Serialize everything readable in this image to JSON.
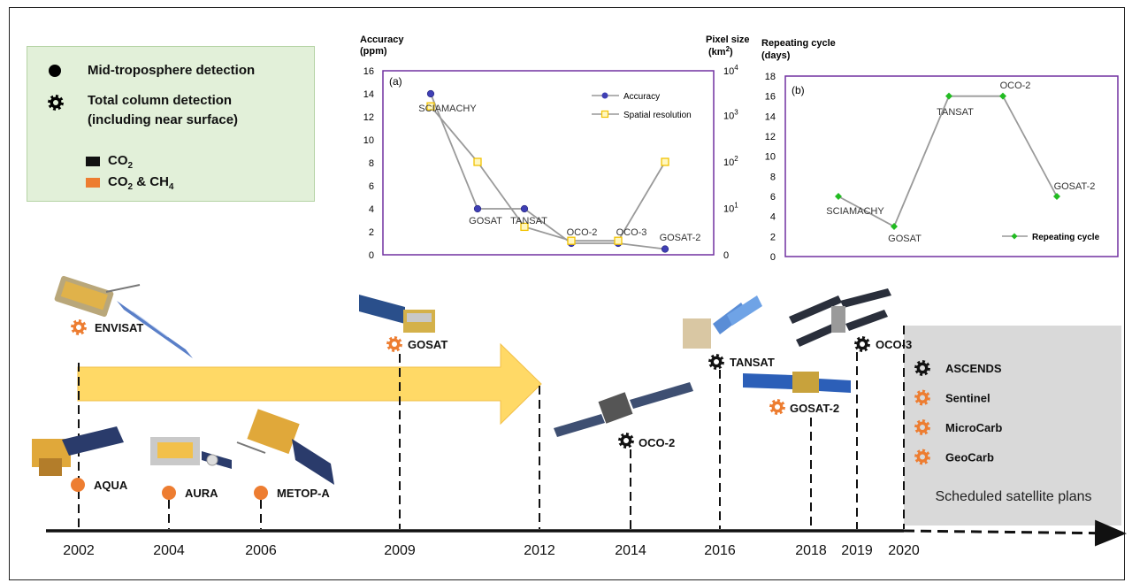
{
  "legend": {
    "mid_troposphere": "Mid-troposphere detection",
    "total_column_line1": "Total column detection",
    "total_column_line2": "(including near surface)",
    "co2_label": "CO",
    "co2_sub": "2",
    "co2ch4_label_a": "CO",
    "co2ch4_sub_a": "2",
    "co2ch4_label_b": " & CH",
    "co2ch4_sub_b": "4",
    "co2_color": "#111111",
    "co2ch4_color": "#ed7d31"
  },
  "chart_data": [
    {
      "type": "line",
      "panel_label": "(a)",
      "categories": [
        "SCIAMACHY",
        "GOSAT",
        "TANSAT",
        "OCO-2",
        "OCO-3",
        "GOSAT-2"
      ],
      "y_left": {
        "label_line1": "Accuracy",
        "label_line2": "(ppm)",
        "range": [
          0,
          16
        ],
        "ticks": [
          "0",
          "2",
          "4",
          "6",
          "8",
          "10",
          "12",
          "14",
          "16"
        ]
      },
      "y_right": {
        "label_line1": "Pixel size",
        "label_line2": "(km",
        "label_sup": "2",
        "label_close": ")",
        "scale": "log",
        "ticks": [
          {
            "base": "0",
            "exp": ""
          },
          {
            "base": "10",
            "exp": "1"
          },
          {
            "base": "10",
            "exp": "2"
          },
          {
            "base": "10",
            "exp": "3"
          },
          {
            "base": "10",
            "exp": "4"
          }
        ]
      },
      "series": [
        {
          "name": "Accuracy",
          "axis": "left",
          "values": [
            14,
            4,
            4,
            1,
            1,
            0.5
          ],
          "color": "#3f3fb4",
          "marker": "circle"
        },
        {
          "name": "Spatial resolution",
          "axis": "right",
          "values": [
            1600,
            100,
            4,
            2,
            2,
            100
          ],
          "color": "#f2c200",
          "marker": "square"
        }
      ],
      "legend_position": "top-right"
    },
    {
      "type": "line",
      "panel_label": "(b)",
      "categories": [
        "SCIAMACHY",
        "GOSAT",
        "TANSAT",
        "OCO-2",
        "GOSAT-2"
      ],
      "y_left": {
        "label_line1": "Repeating cycle",
        "label_line2": "(days)",
        "range": [
          0,
          18
        ],
        "ticks": [
          "0",
          "2",
          "4",
          "6",
          "8",
          "10",
          "12",
          "14",
          "16",
          "18"
        ]
      },
      "series": [
        {
          "name": "Repeating cycle",
          "values": [
            6,
            3,
            16,
            16,
            6
          ],
          "color": "#22bb22",
          "marker": "diamond"
        }
      ],
      "legend_position": "bottom-right"
    }
  ],
  "timeline": {
    "years": [
      "2002",
      "2004",
      "2006",
      "2009",
      "2012",
      "2014",
      "2016",
      "2018",
      "2019",
      "2020"
    ],
    "satellites": [
      {
        "name": "ENVISAT",
        "kind": "gear",
        "color": "#ed7d31"
      },
      {
        "name": "AQUA",
        "kind": "dot",
        "color": "#ed7d31"
      },
      {
        "name": "AURA",
        "kind": "dot",
        "color": "#ed7d31"
      },
      {
        "name": "METOP-A",
        "kind": "dot",
        "color": "#ed7d31"
      },
      {
        "name": "GOSAT",
        "kind": "gear",
        "color": "#ed7d31"
      },
      {
        "name": "OCO-2",
        "kind": "gear",
        "color": "#111111"
      },
      {
        "name": "TANSAT",
        "kind": "gear",
        "color": "#111111"
      },
      {
        "name": "GOSAT-2",
        "kind": "gear",
        "color": "#ed7d31"
      },
      {
        "name": "OCO-3",
        "kind": "gear",
        "color": "#111111"
      }
    ],
    "scheduled": {
      "caption": "Scheduled satellite plans",
      "items": [
        {
          "name": "ASCENDS",
          "color": "#111111"
        },
        {
          "name": "Sentinel",
          "color": "#ed7d31"
        },
        {
          "name": "MicroCarb",
          "color": "#ed7d31"
        },
        {
          "name": "GeoCarb",
          "color": "#ed7d31"
        }
      ]
    },
    "arrow_color": "#ffd966"
  }
}
